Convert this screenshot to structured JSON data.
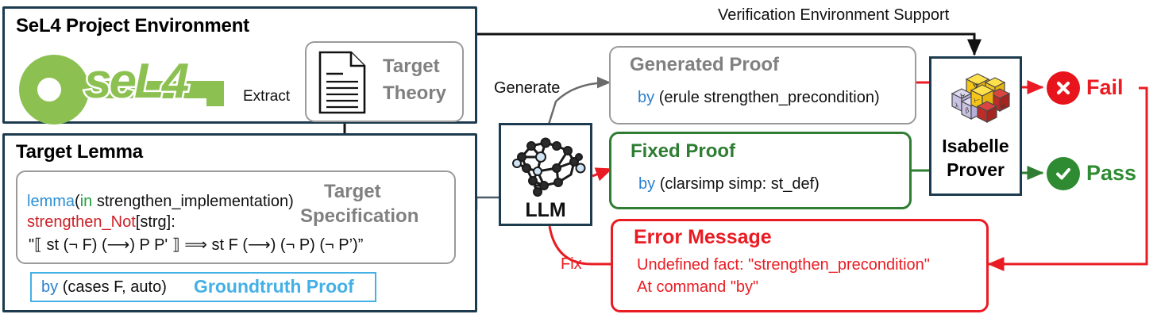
{
  "diagram": {
    "title_top_label": "Verification Environment Support",
    "colors": {
      "navy_border": "#1d3b4e",
      "gray_border": "#9a9a9a",
      "green": "#2e7d32",
      "red": "#ea1b22",
      "blue_keyword": "#2b7fd0",
      "light_blue": "#43b0e6",
      "sel4_green": "#8cc152",
      "gray_text": "#808080"
    }
  },
  "sel4_env": {
    "title": "SeL4 Project Environment",
    "logo_text": "seL4",
    "extract_label": "Extract",
    "target_theory": {
      "line1": "Target",
      "line2": "Theory",
      "icon": "document-icon"
    }
  },
  "target_lemma": {
    "title": "Target Lemma",
    "spec_label_line1": "Target",
    "spec_label_line2": "Specification",
    "code": {
      "line1_kw": "lemma",
      "line1_paren_open": "(",
      "line1_in": "in",
      "line1_rest": "strengthen_implementation)",
      "line2_name": "strengthen_Not",
      "line2_rest": "[strg]:",
      "line3": "\"⟦ st (¬ F) (⟶) P P' ⟧ ⟹ st F (⟶) (¬ P) (¬ P’)”"
    },
    "groundtruth": {
      "by_keyword": "by",
      "tactic": "(cases F, auto)",
      "label": "Groundtruth Proof"
    }
  },
  "llm": {
    "label": "LLM",
    "icon": "neural-network-icon"
  },
  "arrows": {
    "generate": "Generate",
    "fix": "Fix"
  },
  "generated_proof": {
    "title": "Generated Proof",
    "by_keyword": "by",
    "tactic": "(erule strengthen_precondition)"
  },
  "fixed_proof": {
    "title": "Fixed Proof",
    "by_keyword": "by",
    "tactic": "(clarsimp simp: st_def)"
  },
  "error_message": {
    "title": "Error Message",
    "line1": "Undefined fact: \"strengthen_precondition\"",
    "line2": "At command \"by\""
  },
  "prover": {
    "line1": "Isabelle",
    "line2": "Prover",
    "icon": "isabelle-cubes-icon"
  },
  "results": {
    "fail": {
      "label": "Fail",
      "icon": "x-circle-icon"
    },
    "pass": {
      "label": "Pass",
      "icon": "check-circle-icon"
    }
  }
}
